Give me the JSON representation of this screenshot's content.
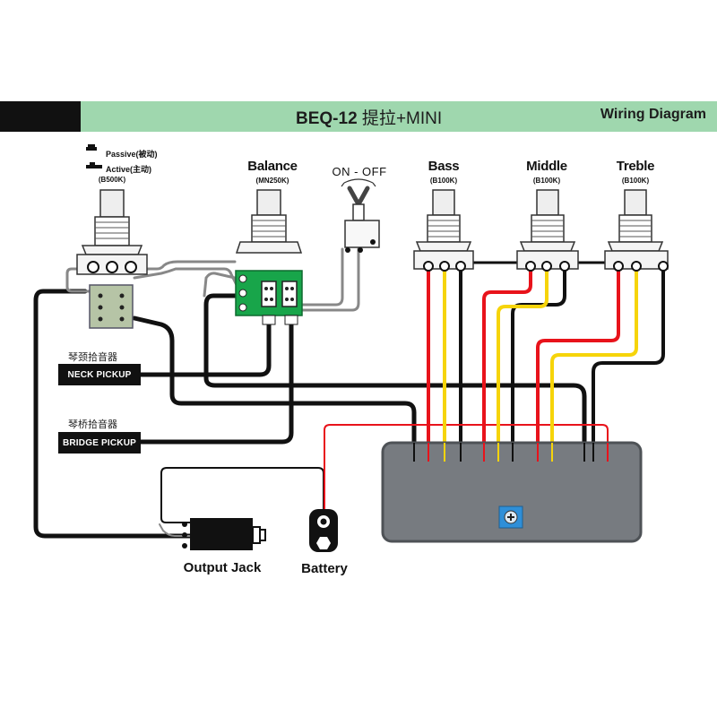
{
  "header": {
    "title_main": "BEQ-12",
    "title_cn": "提拉",
    "title_suffix": "+MINI",
    "subtitle": "Wiring Diagram"
  },
  "switch_legend": {
    "passive": "Passive(被动)",
    "active": "Active(主动)",
    "value": "(B500K)"
  },
  "pots": [
    {
      "name": "Balance",
      "value": "(MN250K)"
    },
    {
      "name": "Bass",
      "value": "(B100K)"
    },
    {
      "name": "Middle",
      "value": "(B100K)"
    },
    {
      "name": "Treble",
      "value": "(B100K)"
    }
  ],
  "toggle": {
    "label": "ON - OFF"
  },
  "neck": {
    "cn": "琴颈拾音器",
    "label": "NECK PICKUP"
  },
  "bridge": {
    "cn": "琴桥拾音器",
    "label": "BRIDGE PICKUP"
  },
  "bottom": {
    "output_jack": "Output Jack",
    "battery": "Battery"
  },
  "colors": {
    "header_green": "#9fd7ae",
    "board": "#777b80",
    "red_wire": "#e8131b",
    "yellow_wire": "#f6d40a",
    "black_wire": "#111111",
    "green_pcb": "#18a54a",
    "trim_pot": "#2f8fd8"
  }
}
